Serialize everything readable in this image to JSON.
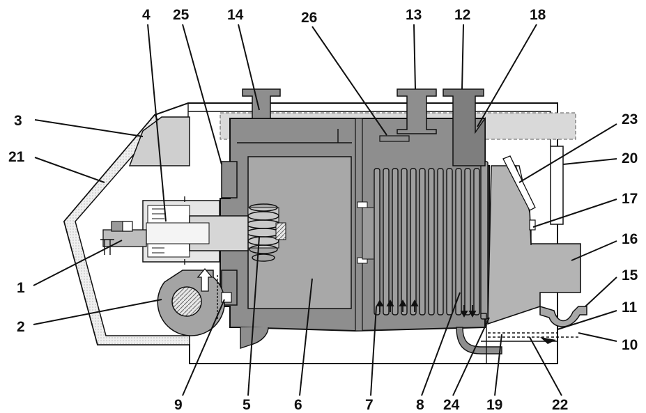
{
  "figure": {
    "description_labels": [
      {
        "id": "1",
        "text": "1"
      },
      {
        "id": "2",
        "text": "2"
      },
      {
        "id": "3",
        "text": "3"
      },
      {
        "id": "4",
        "text": "4"
      },
      {
        "id": "5",
        "text": "5"
      },
      {
        "id": "6",
        "text": "6"
      },
      {
        "id": "7",
        "text": "7"
      },
      {
        "id": "8",
        "text": "8"
      },
      {
        "id": "9",
        "text": "9"
      },
      {
        "id": "10",
        "text": "10"
      },
      {
        "id": "11",
        "text": "11"
      },
      {
        "id": "12",
        "text": "12"
      },
      {
        "id": "13",
        "text": "13"
      },
      {
        "id": "14",
        "text": "14"
      },
      {
        "id": "15",
        "text": "15"
      },
      {
        "id": "16",
        "text": "16"
      },
      {
        "id": "17",
        "text": "17"
      },
      {
        "id": "18",
        "text": "18"
      },
      {
        "id": "19",
        "text": "19"
      },
      {
        "id": "20",
        "text": "20"
      },
      {
        "id": "21",
        "text": "21"
      },
      {
        "id": "22",
        "text": "22"
      },
      {
        "id": "23",
        "text": "23"
      },
      {
        "id": "24",
        "text": "24"
      },
      {
        "id": "25",
        "text": "25"
      },
      {
        "id": "26",
        "text": "26"
      }
    ],
    "colors": {
      "body_dark": "#8a8a8a",
      "chamber": "#9a9a9a",
      "light": "#d2d2d2",
      "insulation": "#e8e8e8",
      "line": "#111111"
    }
  }
}
